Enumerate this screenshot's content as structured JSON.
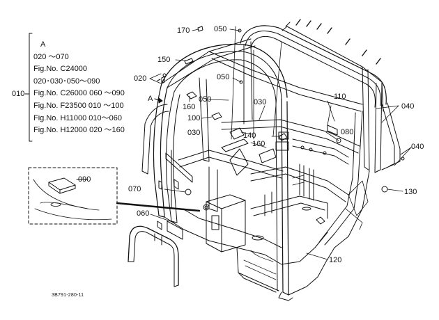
{
  "legend": {
    "id": "010",
    "head": "A",
    "lines": [
      "020 ～070",
      "Fig.No. C24000",
      "020･030･050～090",
      "Fig.No. C26000 060 ～090",
      "Fig.No. F23500 010 ～100",
      "Fig.No. H11000 010～060",
      "Fig.No. H12000 020 ～160"
    ]
  },
  "callouts": {
    "c170": "170",
    "c050a": "050",
    "c150": "150",
    "c020": "020",
    "c050b": "050",
    "c160a": "160",
    "c050c": "050",
    "cA": "A",
    "c100": "100",
    "c030a": "030",
    "c110": "110",
    "c140": "140",
    "c030b": "030",
    "c160b": "160",
    "c080": "080",
    "c040a": "040",
    "c040b": "040",
    "c090": "090",
    "c070": "070",
    "c060": "060",
    "c130": "130",
    "c120": "120"
  },
  "footer": {
    "ref": "3B791-280-11"
  }
}
